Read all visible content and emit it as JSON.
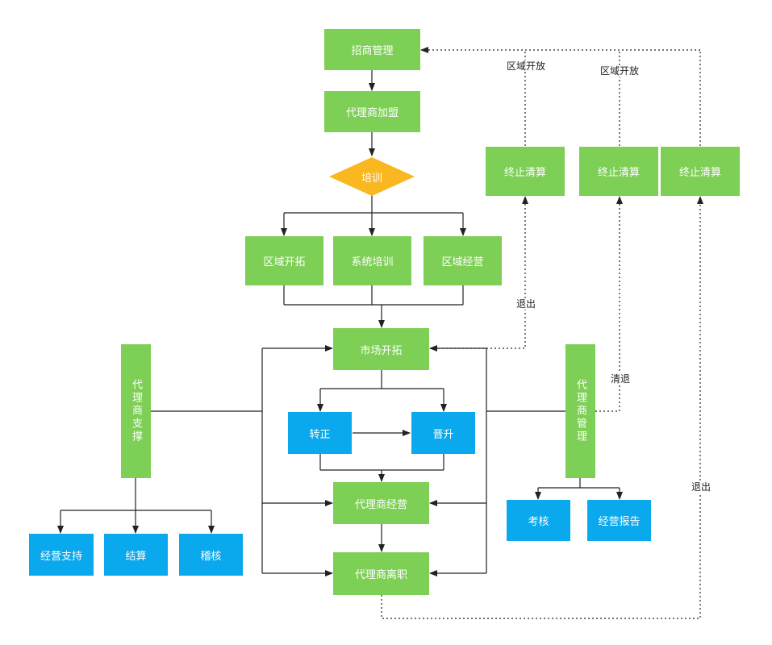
{
  "colors": {
    "green": "#7dcf55",
    "blue": "#0aa8ec",
    "diamond": "#f9b720",
    "line": "#222222"
  },
  "nodes": {
    "zhaoshang": "招商管理",
    "jiameng": "代理商加盟",
    "peixun": "培训",
    "quyu_kaituo": "区域开拓",
    "xitong_peixun": "系统培训",
    "quyu_jingying": "区域经营",
    "shichang_kaituo": "市场开拓",
    "zhuanzheng": "转正",
    "jinsheng": "晋升",
    "dls_jingying": "代理商经营",
    "dls_lizhi": "代理商离职",
    "dls_zhicheng": "代理商支撑",
    "jingying_zhichi": "经营支持",
    "jiesuan": "结算",
    "jihe": "稽核",
    "dls_guanli": "代理商管理",
    "kaohe": "考核",
    "jingying_baogao": "经营报告",
    "zhongzhi_1": "终止清算",
    "zhongzhi_2": "终止清算",
    "zhongzhi_3": "终止清算"
  },
  "edge_labels": {
    "quyu_kaifang_1": "区域开放",
    "quyu_kaifang_2": "区域开放",
    "tuichu_1": "退出",
    "qingtui": "清退",
    "tuichu_2": "退出"
  }
}
